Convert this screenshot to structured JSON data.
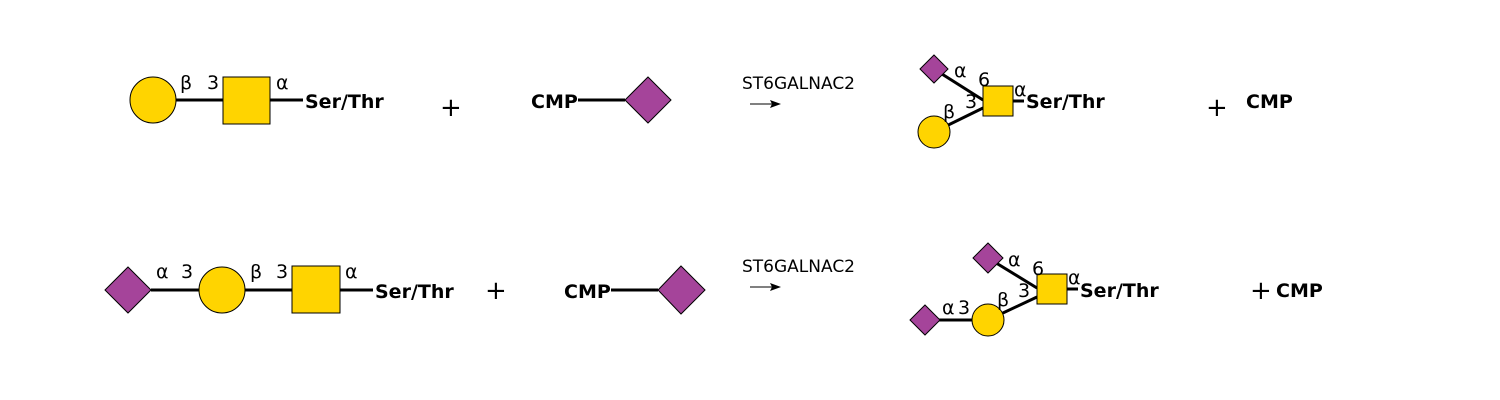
{
  "colors": {
    "galactose_circle": "#FFD400",
    "galnac_square": "#FFD400",
    "sialic_acid_diamond": "#A5449A"
  },
  "plus_sign": "+",
  "reactions": [
    {
      "enzyme": "ST6GALNAC2",
      "substrate": {
        "link_beta": "β",
        "link_3": "3",
        "link_alpha": "α",
        "aglycone": "Ser/Thr"
      },
      "donor": {
        "label": "CMP"
      },
      "product": {
        "link_alpha_sia": "α",
        "link_6": "6",
        "link_3": "3",
        "link_beta": "β",
        "link_alpha": "α",
        "aglycone": "Ser/Thr"
      },
      "byproduct": "CMP"
    },
    {
      "enzyme": "ST6GALNAC2",
      "substrate": {
        "link_alpha_sia": "α",
        "link_3_sia": "3",
        "link_beta": "β",
        "link_3": "3",
        "link_alpha": "α",
        "aglycone": "Ser/Thr"
      },
      "donor": {
        "label": "CMP"
      },
      "product": {
        "link_alpha_sia6": "α",
        "link_6": "6",
        "link_3": "3",
        "link_beta": "β",
        "link_alpha_sia3": "α",
        "link_3_sia": "3",
        "link_alpha": "α",
        "aglycone": "Ser/Thr"
      },
      "byproduct": "CMP"
    }
  ]
}
